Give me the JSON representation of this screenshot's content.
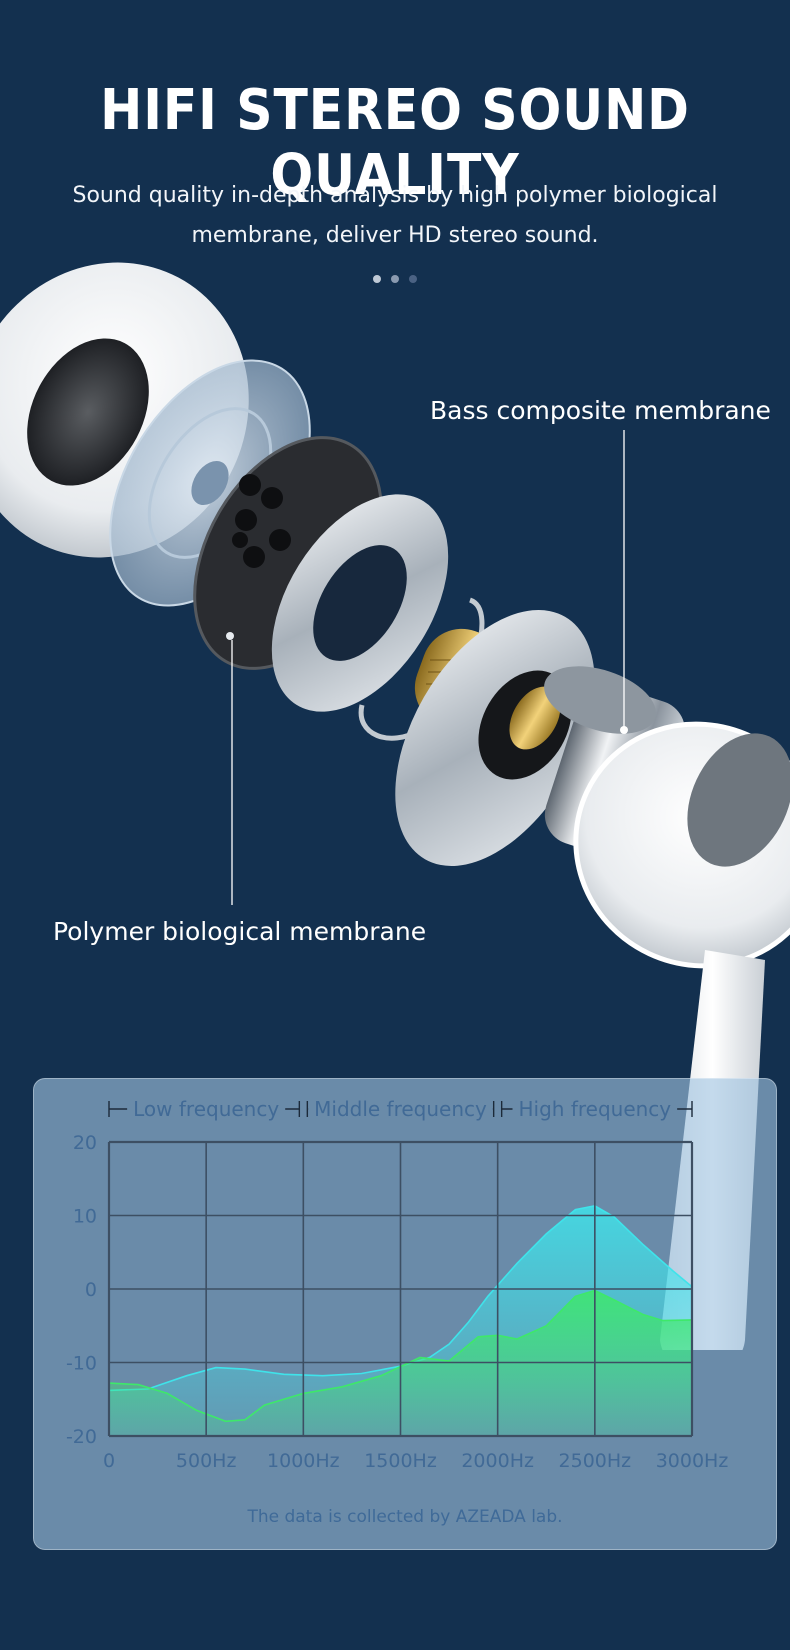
{
  "header": {
    "title": "HIFI STEREO SOUND QUALITY",
    "subtitle_line1": "Sound quality in-depth analysis by high polymer biological",
    "subtitle_line2": "membrane, deliver HD stereo sound."
  },
  "callouts": {
    "bass": "Bass composite membrane",
    "polymer": "Polymer biological membrane"
  },
  "colors": {
    "background": "#13304f",
    "cyan_series": "#3fe3ea",
    "green_series": "#3ee86a",
    "text_blue": "#416a96"
  },
  "chart_data": {
    "type": "area",
    "title": "",
    "xlabel": "",
    "ylabel": "",
    "xlim": [
      0,
      3000
    ],
    "ylim": [
      -20,
      20
    ],
    "x_ticks": [
      "0",
      "500Hz",
      "1000Hz",
      "1500Hz",
      "2000Hz",
      "2500Hz",
      "3000Hz"
    ],
    "y_ticks": [
      "20",
      "10",
      "0",
      "-10",
      "-20"
    ],
    "grid": true,
    "bands": [
      {
        "label": "Low frequency",
        "from": 0,
        "to": 1000
      },
      {
        "label": "Middle frequency",
        "from": 1000,
        "to": 2000
      },
      {
        "label": "High frequency",
        "from": 2000,
        "to": 3000
      }
    ],
    "series": [
      {
        "color": "#3fe3ea",
        "points": [
          [
            0,
            -13.8
          ],
          [
            200,
            -13.6
          ],
          [
            400,
            -11.8
          ],
          [
            550,
            -10.7
          ],
          [
            700,
            -10.9
          ],
          [
            900,
            -11.6
          ],
          [
            1100,
            -11.8
          ],
          [
            1300,
            -11.5
          ],
          [
            1500,
            -10.5
          ],
          [
            1650,
            -9.3
          ],
          [
            1750,
            -7.5
          ],
          [
            1850,
            -4.5
          ],
          [
            1950,
            -1.0
          ],
          [
            2100,
            3.5
          ],
          [
            2250,
            7.5
          ],
          [
            2400,
            10.8
          ],
          [
            2500,
            11.3
          ],
          [
            2600,
            9.8
          ],
          [
            2750,
            6.0
          ],
          [
            2900,
            2.5
          ],
          [
            3000,
            0.3
          ]
        ]
      },
      {
        "color": "#3ee86a",
        "points": [
          [
            0,
            -12.8
          ],
          [
            150,
            -13.0
          ],
          [
            300,
            -14.2
          ],
          [
            450,
            -16.5
          ],
          [
            600,
            -18.0
          ],
          [
            700,
            -17.8
          ],
          [
            800,
            -15.8
          ],
          [
            1000,
            -14.2
          ],
          [
            1200,
            -13.3
          ],
          [
            1400,
            -11.8
          ],
          [
            1600,
            -9.3
          ],
          [
            1750,
            -9.8
          ],
          [
            1900,
            -6.5
          ],
          [
            2000,
            -6.3
          ],
          [
            2100,
            -6.8
          ],
          [
            2250,
            -5.0
          ],
          [
            2400,
            -1.0
          ],
          [
            2500,
            -0.2
          ],
          [
            2600,
            -1.5
          ],
          [
            2750,
            -3.5
          ],
          [
            2850,
            -4.3
          ],
          [
            3000,
            -4.2
          ]
        ]
      }
    ],
    "footnote": "The data is collected by AZEADA lab."
  }
}
